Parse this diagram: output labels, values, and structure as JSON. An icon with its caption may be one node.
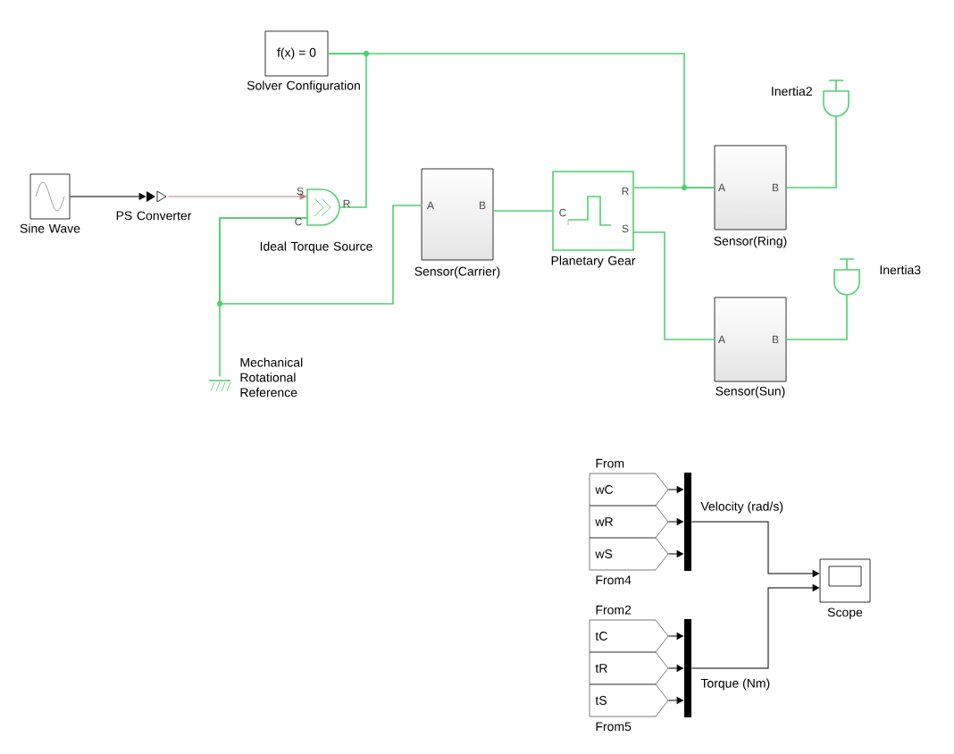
{
  "diagram": {
    "nodes": [
      {
        "text": [
          "Sine Wave"
        ]
      },
      {
        "text": [
          "PS Converter"
        ]
      },
      {
        "text": [
          "f(x) = 0",
          "Solver Configuration"
        ]
      },
      {
        "text": [
          "Ideal Torque Source"
        ]
      },
      {
        "text": [
          "Mechanical Rotational Reference"
        ]
      },
      {
        "text": [
          "Sensor(Carrier)"
        ]
      },
      {
        "text": [
          "Planetary Gear"
        ]
      },
      {
        "text": [
          "Sensor(Ring)"
        ]
      },
      {
        "text": [
          "Sensor(Sun)"
        ]
      },
      {
        "text": [
          "Inertia2"
        ]
      },
      {
        "text": [
          "Inertia3"
        ]
      },
      {
        "text": [
          "From",
          "wC"
        ]
      },
      {
        "text": [
          "wR"
        ]
      },
      {
        "text": [
          "wS",
          "From4"
        ]
      },
      {
        "text": [
          "From2",
          "tC"
        ]
      },
      {
        "text": [
          "tR"
        ]
      },
      {
        "text": [
          "tS",
          "From5"
        ]
      },
      {
        "text": [],
        "shape": "bar"
      },
      {
        "text": [],
        "shape": "bar"
      },
      {
        "text": [
          "Scope"
        ]
      }
    ],
    "edges": [
      {
        "from": 0,
        "to": 1,
        "arrow": "to",
        "color": "#000000"
      },
      {
        "from": 1,
        "to": 3,
        "arrow": "to",
        "color": "#c08080"
      },
      {
        "from": 2,
        "to": 3,
        "arrow": "none",
        "color": "#50d070"
      },
      {
        "from": 2,
        "to": 7,
        "arrow": "none",
        "color": "#50d070"
      },
      {
        "from": 6,
        "to": 7,
        "arrow": "none",
        "color": "#50d070"
      },
      {
        "from": 3,
        "to": 4,
        "arrow": "none",
        "color": "#50d070"
      },
      {
        "from": 3,
        "to": 5,
        "arrow": "none",
        "color": "#50d070"
      },
      {
        "from": 5,
        "to": 6,
        "arrow": "none",
        "color": "#50d070"
      },
      {
        "from": 6,
        "to": 8,
        "arrow": "none",
        "color": "#50d070"
      },
      {
        "from": 7,
        "to": 9,
        "arrow": "none",
        "color": "#50d070"
      },
      {
        "from": 8,
        "to": 10,
        "arrow": "none",
        "color": "#50d070"
      },
      {
        "from": 11,
        "to": 17,
        "arrow": "to",
        "color": "#000000"
      },
      {
        "from": 12,
        "to": 17,
        "arrow": "to",
        "color": "#000000"
      },
      {
        "from": 13,
        "to": 17,
        "arrow": "to",
        "color": "#000000"
      },
      {
        "from": 14,
        "to": 18,
        "arrow": "to",
        "color": "#000000"
      },
      {
        "from": 15,
        "to": 18,
        "arrow": "to",
        "color": "#000000"
      },
      {
        "from": 16,
        "to": 18,
        "arrow": "to",
        "color": "#000000"
      },
      {
        "from": 17,
        "to": 19,
        "arrow": "to",
        "color": "#000000",
        "label": "Velocity (rad/s)"
      },
      {
        "from": 18,
        "to": 19,
        "arrow": "to",
        "color": "#000000",
        "label": "Torque (Nm)"
      }
    ],
    "labels": [
      "S",
      "C",
      "R",
      "A",
      "B",
      "C",
      "R",
      "S",
      "A",
      "B",
      "A",
      "B"
    ]
  }
}
